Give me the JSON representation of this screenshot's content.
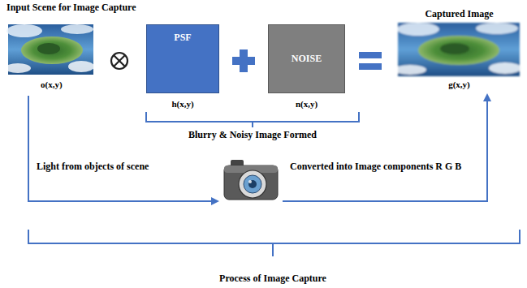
{
  "diagram": {
    "nodes": [
      {
        "text": [
          "Input Scene for Image Capture",
          "o(x,y)"
        ]
      },
      {
        "text": [
          "PSF",
          "h(x,y)"
        ]
      },
      {
        "text": [
          "NOISE",
          "n(x,y)"
        ]
      },
      {
        "text": [
          "Captured Image",
          "g(x,y)"
        ]
      }
    ],
    "edges": [
      {
        "from": 0,
        "to": 3,
        "arrow": "to"
      }
    ],
    "labels": [
      "Blurry & Noisy Image Formed",
      "Light from objects of scene",
      "Converted into Image components R G B",
      "Process of Image Capture"
    ]
  }
}
